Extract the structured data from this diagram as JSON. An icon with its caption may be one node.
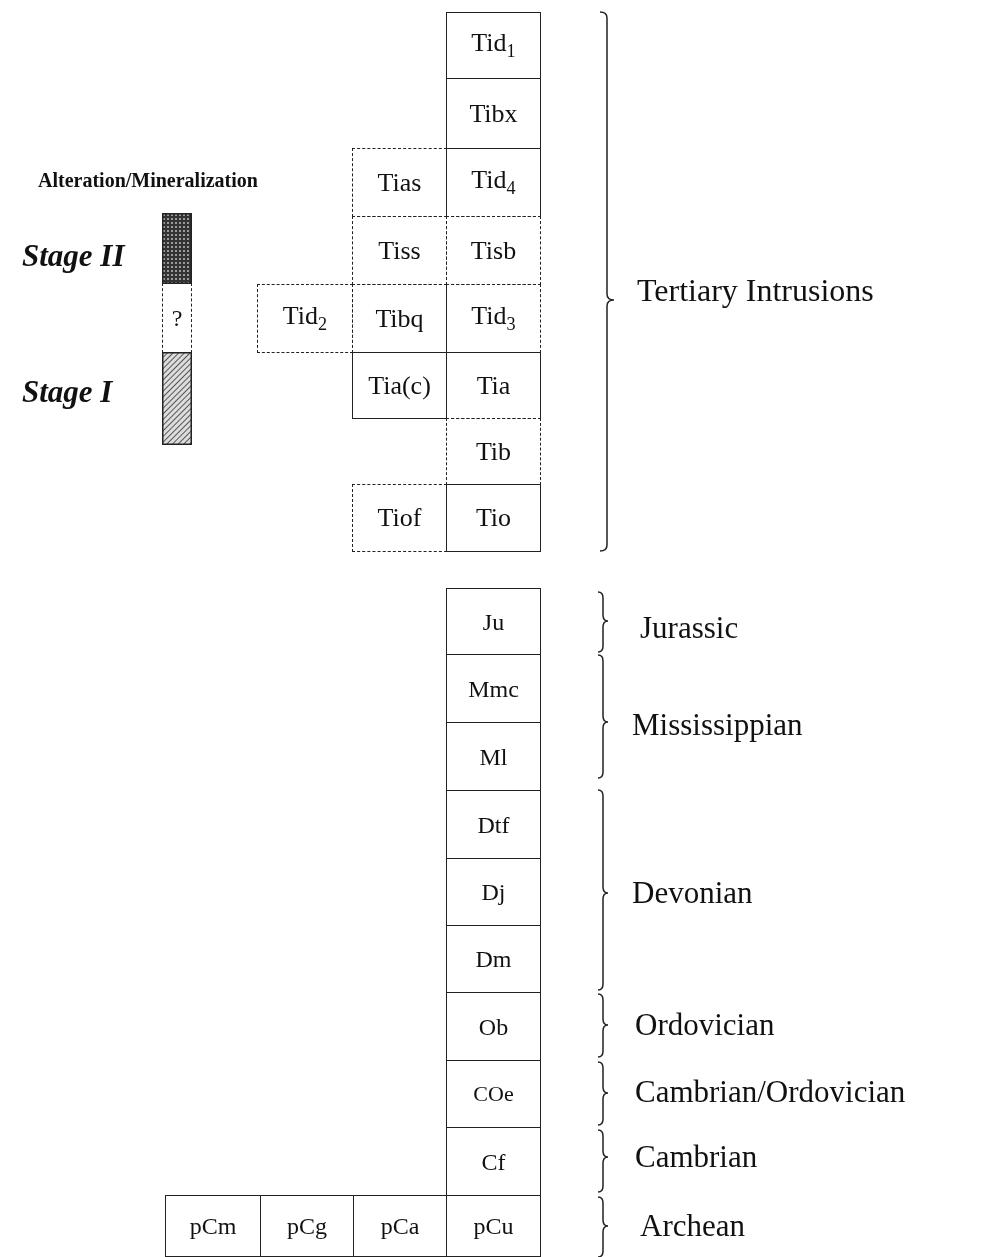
{
  "diagram": {
    "nodes": [
      {
        "text": [
          "Tid$_{1}$"
        ]
      },
      {
        "text": [
          "Tibx"
        ]
      },
      {
        "text": [
          "Tias"
        ]
      },
      {
        "text": [
          "Tid$_{4}$"
        ]
      },
      {
        "text": [],
        "shape": "bar",
        "beside": [
          "Stage II"
        ]
      },
      {
        "text": [
          "Tiss"
        ]
      },
      {
        "text": [
          "Tisb"
        ]
      },
      {
        "text": [
          "?"
        ]
      },
      {
        "text": [
          "Tid$_{2}$"
        ]
      },
      {
        "text": [
          "Tibq"
        ]
      },
      {
        "text": [
          "Tid$_{3}$"
        ]
      },
      {
        "text": [
          "Tia(c)"
        ]
      },
      {
        "text": [
          "Tia"
        ]
      },
      {
        "text": [],
        "shape": "bar",
        "beside": [
          "Stage I"
        ]
      },
      {
        "text": [
          "Tib"
        ]
      },
      {
        "text": [
          "Tiof"
        ]
      },
      {
        "text": [
          "Tio"
        ]
      },
      {
        "text": [
          "Ju"
        ]
      },
      {
        "text": [
          "Mmc"
        ]
      },
      {
        "text": [
          "Ml"
        ]
      },
      {
        "text": [
          "Dtf"
        ]
      },
      {
        "text": [
          "Dj"
        ]
      },
      {
        "text": [
          "Dm"
        ]
      },
      {
        "text": [
          "Ob"
        ]
      },
      {
        "text": [
          "COe"
        ]
      },
      {
        "text": [
          "Cf"
        ]
      },
      {
        "text": [
          "pCm"
        ]
      },
      {
        "text": [
          "pCg"
        ]
      },
      {
        "text": [
          "pCa"
        ]
      },
      {
        "text": [
          "pCu"
        ]
      }
    ],
    "labels": [
      "Alteration/Mineralization",
      "Tertiary Intrusions",
      "Jurassic",
      "Mississippian",
      "Devonian",
      "Ordovician",
      "Cambrian/Ordovician",
      "Cambrian",
      "Archean"
    ]
  }
}
